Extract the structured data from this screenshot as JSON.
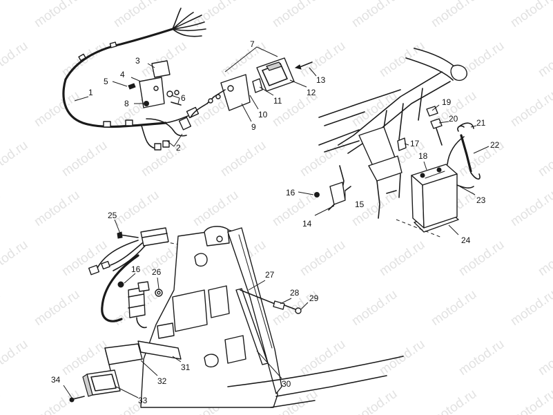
{
  "watermark": {
    "text": "motod.ru",
    "color": "#e2e2e2"
  },
  "callouts": [
    {
      "id": "c1",
      "label": "1"
    },
    {
      "id": "c2",
      "label": "2"
    },
    {
      "id": "c3",
      "label": "3"
    },
    {
      "id": "c4",
      "label": "4"
    },
    {
      "id": "c5",
      "label": "5"
    },
    {
      "id": "c6",
      "label": "6"
    },
    {
      "id": "c7",
      "label": "7"
    },
    {
      "id": "c8",
      "label": "8"
    },
    {
      "id": "c9",
      "label": "9"
    },
    {
      "id": "c10",
      "label": "10"
    },
    {
      "id": "c11",
      "label": "11"
    },
    {
      "id": "c12",
      "label": "12"
    },
    {
      "id": "c13",
      "label": "13"
    },
    {
      "id": "c14",
      "label": "14"
    },
    {
      "id": "c15",
      "label": "15"
    },
    {
      "id": "c16a",
      "label": "16"
    },
    {
      "id": "c17",
      "label": "17"
    },
    {
      "id": "c18",
      "label": "18"
    },
    {
      "id": "c19",
      "label": "19"
    },
    {
      "id": "c20",
      "label": "20"
    },
    {
      "id": "c21",
      "label": "21"
    },
    {
      "id": "c22",
      "label": "22"
    },
    {
      "id": "c23",
      "label": "23"
    },
    {
      "id": "c24",
      "label": "24"
    },
    {
      "id": "c25",
      "label": "25"
    },
    {
      "id": "c16b",
      "label": "16"
    },
    {
      "id": "c26",
      "label": "26"
    },
    {
      "id": "c27",
      "label": "27"
    },
    {
      "id": "c28",
      "label": "28"
    },
    {
      "id": "c29",
      "label": "29"
    },
    {
      "id": "c30",
      "label": "30"
    },
    {
      "id": "c31",
      "label": "31"
    },
    {
      "id": "c32",
      "label": "32"
    },
    {
      "id": "c33",
      "label": "33"
    },
    {
      "id": "c34",
      "label": "34"
    }
  ]
}
